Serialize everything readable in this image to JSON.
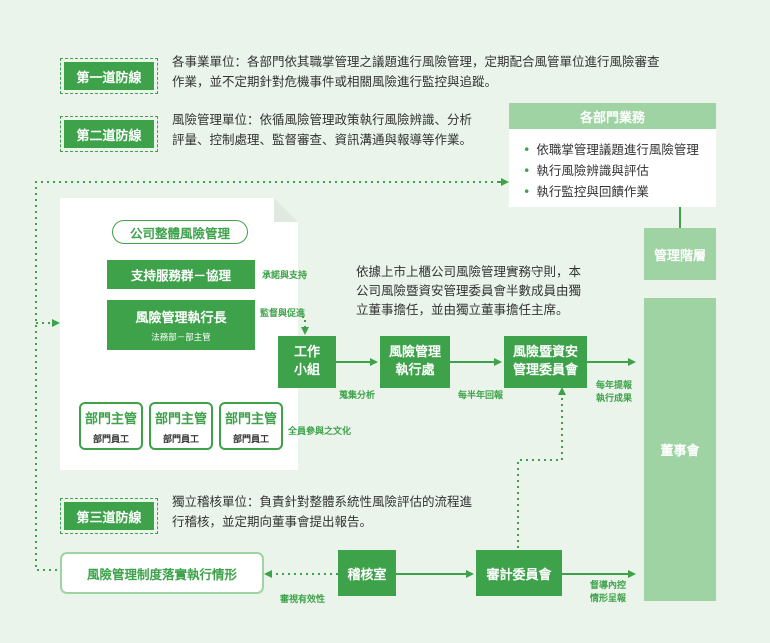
{
  "first_line": {
    "label": "第一道防線",
    "text_1": "各事業單位：各部門依其職掌管理之議題進行風險管理，定期配合風管單位進行風險審查",
    "text_2": "作業，並不定期針對危機事件或相關風險進行監控與追蹤。"
  },
  "second_line": {
    "label": "第二道防線",
    "text_1": "風險管理單位：依循風險管理政策執行風險辨識、分析",
    "text_2": "評量、控制處理、監督審查、資訊溝通與報導等作業。"
  },
  "third_line": {
    "label": "第三道防線",
    "text_1": "獨立稽核單位：負責針對整體系統性風險評估的流程進",
    "text_2": "行稽核，並定期向董事會提出報告。"
  },
  "dept_business": {
    "title": "各部門業務",
    "items": [
      "依職掌管理議題進行風險管理",
      "執行風險辨識與評估",
      "執行監控與回饋作業"
    ]
  },
  "management_level": "管理階層",
  "board": "董事會",
  "company_rm": {
    "title": "公司整體風險管理",
    "support": "支持服務群－協理",
    "support_note": "承諾與支持",
    "cro": "風險管理執行長",
    "cro_sub": "法務部－部主管",
    "cro_note": "監督與促進",
    "culture_note": "全員參與之文化"
  },
  "managers": [
    {
      "title": "部門主管",
      "sub": "部門員工"
    },
    {
      "title": "部門主管",
      "sub": "部門員工"
    },
    {
      "title": "部門主管",
      "sub": "部門員工"
    }
  ],
  "work_group": {
    "line1": "工作",
    "line2": "小組",
    "note": "蒐集分析"
  },
  "rm_office": {
    "line1": "風險管理",
    "line2": "執行處",
    "note": "每半年回報"
  },
  "committee": {
    "line1": "風險暨資安",
    "line2": "管理委員會",
    "note_1": "每年提報",
    "note_2": "執行成果"
  },
  "practice_note": {
    "l1": "依據上市上櫃公司風險管理實務守則，本",
    "l2": "公司風險暨資安管理委員會半數成員由獨",
    "l3": "立董事擔任，並由獨立董事擔任主席。"
  },
  "audit_office": "稽核室",
  "audit_committee": "審計委員會",
  "audit_note": "審視有效性",
  "audit_report_note_1": "督導內控",
  "audit_report_note_2": "情形呈報",
  "rm_status": "風險管理制度落實執行情形"
}
